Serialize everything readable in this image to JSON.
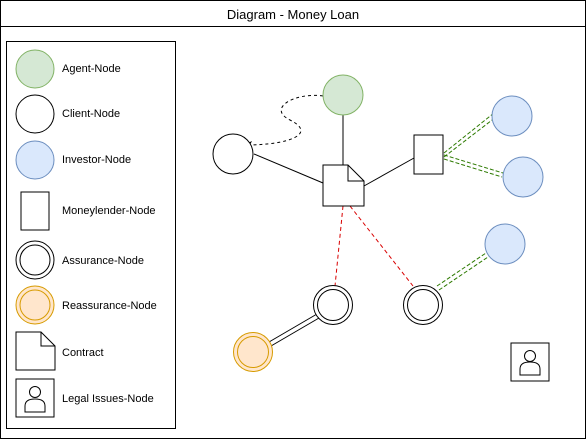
{
  "title": "Diagram - Money Loan",
  "colors": {
    "agent_fill": "#d5e8d4",
    "agent_stroke": "#82b366",
    "investor_fill": "#dae8fc",
    "investor_stroke": "#6c8ebf",
    "reassurance_fill": "#ffe6cc",
    "reassurance_stroke": "#d79b00",
    "edge_black": "#000000",
    "edge_red": "#d90000",
    "edge_green": "#2d7a00"
  },
  "legend": {
    "items": [
      {
        "label": "Agent-Node",
        "icon": "agent-node-icon"
      },
      {
        "label": "Client-Node",
        "icon": "client-node-icon"
      },
      {
        "label": "Investor-Node",
        "icon": "investor-node-icon"
      },
      {
        "label": "Moneylender-Node",
        "icon": "moneylender-node-icon"
      },
      {
        "label": "Assurance-Node",
        "icon": "assurance-node-icon"
      },
      {
        "label": "Reassurance-Node",
        "icon": "reassurance-node-icon"
      },
      {
        "label": "Contract",
        "icon": "contract-icon"
      },
      {
        "label": "Legal Issues-Node",
        "icon": "legal-issues-node-icon"
      }
    ]
  }
}
